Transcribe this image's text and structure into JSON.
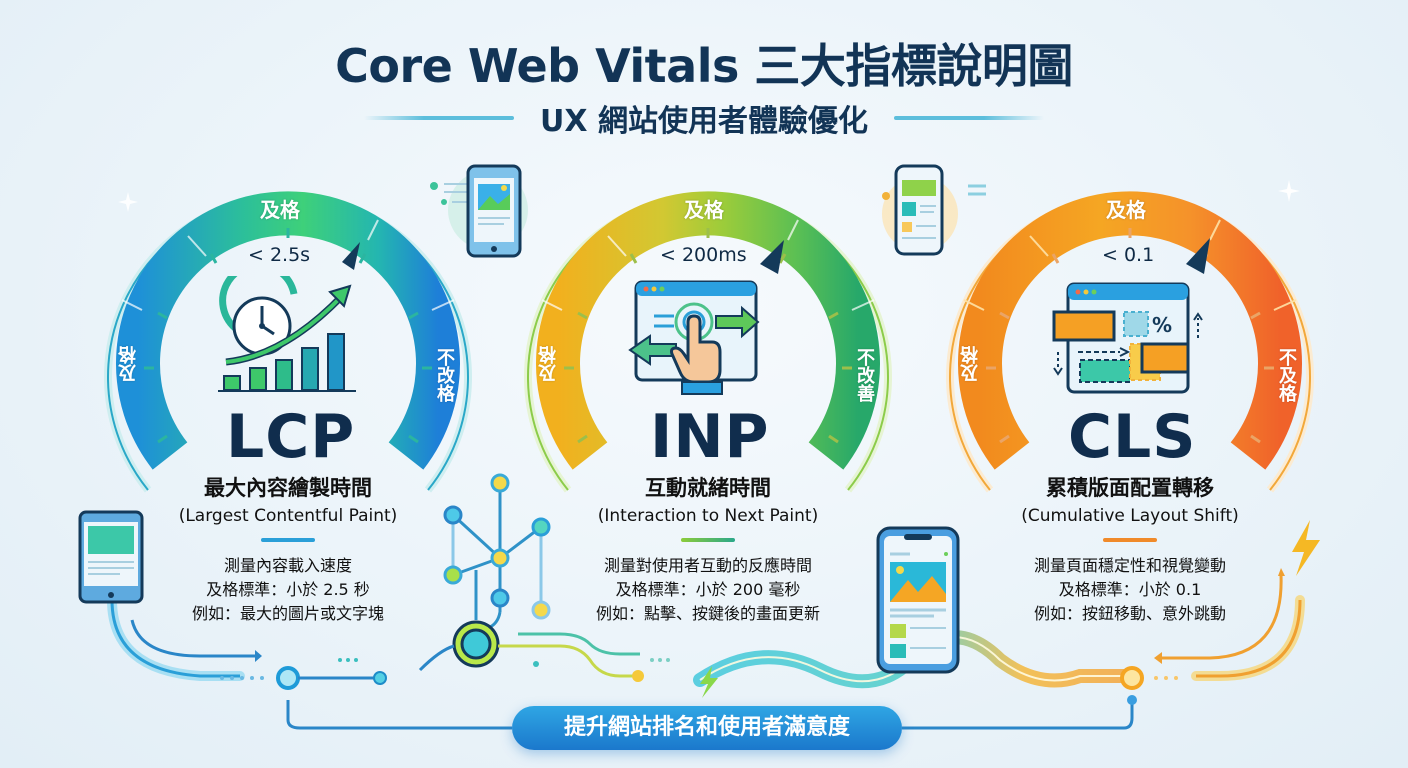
{
  "header": {
    "title": "Core Web Vitals 三大指標說明圖",
    "subtitle": "UX 網站使用者體驗優化"
  },
  "metrics": [
    {
      "id": "lcp",
      "abbr": "LCP",
      "gauge_top_label": "及格",
      "gauge_left_label": "及格",
      "gauge_right_label": "不改格",
      "threshold": "< 2.5s",
      "name_cn": "最大內容繪製時間",
      "name_en": "(Largest Contentful Paint)",
      "lines": [
        "測量內容載入速度",
        "及格標準：小於 2.5 秒",
        "例如：最大的圖片或文字塊"
      ],
      "colors": {
        "start": "#1e8fd8",
        "mid": "#2fc08a",
        "end": "#1e7fd8",
        "accent": "#2a9fd8"
      }
    },
    {
      "id": "inp",
      "abbr": "INP",
      "gauge_top_label": "及格",
      "gauge_left_label": "及格",
      "gauge_right_label": "不改善",
      "threshold": "< 200ms",
      "name_cn": "互動就緒時間",
      "name_en": "(Interaction to Next Paint)",
      "lines": [
        "測量對使用者互動的反應時間",
        "及格標準：小於 200 毫秒",
        "例如：點擊、按鍵後的畫面更新"
      ],
      "colors": {
        "start": "#f2b01e",
        "mid": "#9ccc3a",
        "end": "#27a86a",
        "accent": "#6cbf4a"
      }
    },
    {
      "id": "cls",
      "abbr": "CLS",
      "gauge_top_label": "及格",
      "gauge_left_label": "及格",
      "gauge_right_label": "不及格",
      "threshold": "< 0.1",
      "name_cn": "累積版面配置轉移",
      "name_en": "(Cumulative Layout Shift)",
      "lines": [
        "測量頁面穩定性和視覺變動",
        "及格標準：小於 0.1",
        "例如：按鈕移動、意外跳動"
      ],
      "colors": {
        "start": "#f28a1e",
        "mid": "#f5a623",
        "end": "#f0622a",
        "accent": "#f08a2a"
      }
    }
  ],
  "footer": {
    "cta": "提升網站排名和使用者滿意度"
  }
}
